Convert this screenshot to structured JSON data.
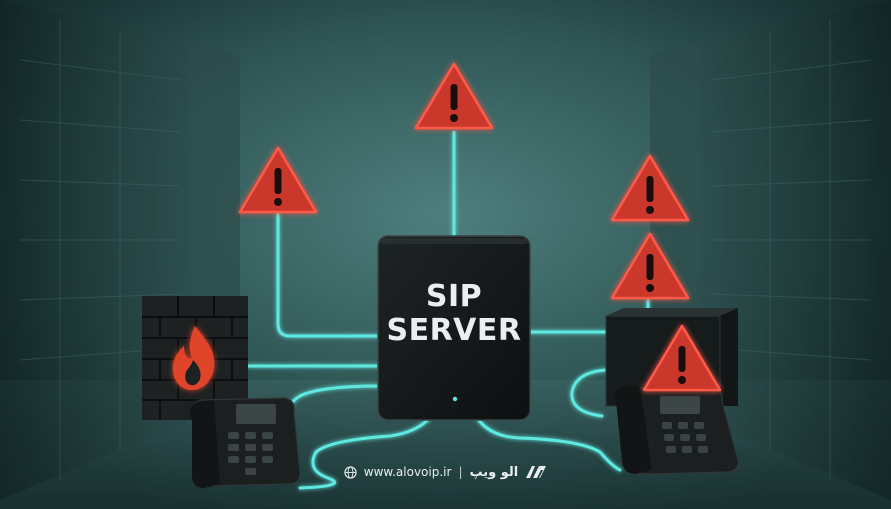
{
  "server": {
    "line1": "SIP",
    "line2": "SERVER"
  },
  "footer": {
    "url": "www.alovoip.ir",
    "separator": "|",
    "brand": "الو ویپ",
    "globe_icon": "globe-icon",
    "logo_icon": "alovoip-logo-icon"
  },
  "colors": {
    "background": "#1b3a3a",
    "cable_glow": "#5fe8e0",
    "warning_red": "#d9392e",
    "fire": "#e0452a"
  }
}
